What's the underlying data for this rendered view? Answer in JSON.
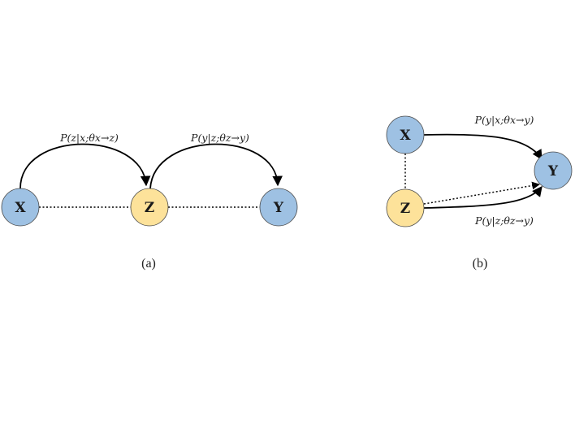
{
  "colors": {
    "blue_node": "#9ec1e3",
    "yellow_node": "#fde29a",
    "node_stroke": "#4a4a4a",
    "edge": "#000000"
  },
  "panel_a": {
    "caption": "(a)",
    "nodes": {
      "x": "X",
      "z": "Z",
      "y": "Y"
    },
    "edges": {
      "x_to_z": "P(z|x;θx→z)",
      "z_to_y": "P(y|z;θz→y)"
    }
  },
  "panel_b": {
    "caption": "(b)",
    "nodes": {
      "x": "X",
      "z": "Z",
      "y": "Y"
    },
    "edges": {
      "x_to_y": "P(y|x;θx→y)",
      "z_to_y": "P(y|z;θz→y)"
    }
  }
}
